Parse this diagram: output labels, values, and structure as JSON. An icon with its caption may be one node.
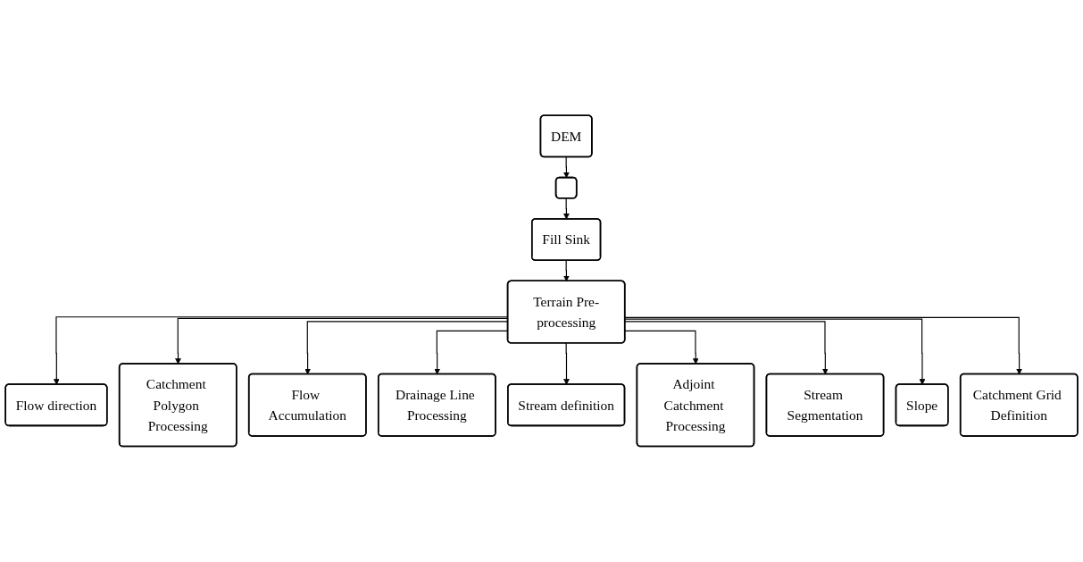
{
  "diagram": {
    "nodes": [
      {
        "text": [
          "DEM"
        ]
      },
      {
        "text": [],
        "shape": "box"
      },
      {
        "text": [
          "Fill Sink"
        ]
      },
      {
        "text": [
          "Terrain Pre-processing"
        ]
      },
      {
        "text": [
          "Flow direction"
        ]
      },
      {
        "text": [
          "Catchment Polygon Processing"
        ]
      },
      {
        "text": [
          "Flow Accumulation"
        ]
      },
      {
        "text": [
          "Drainage Line Processing"
        ]
      },
      {
        "text": [
          "Stream definition"
        ]
      },
      {
        "text": [
          "Adjoint Catchment Processing"
        ]
      },
      {
        "text": [
          "Stream Segmentation"
        ]
      },
      {
        "text": [
          "Slope"
        ]
      },
      {
        "text": [
          "Catchment Grid Definition"
        ]
      }
    ],
    "edges": [
      {
        "from": 0,
        "to": 1,
        "arrow": "to"
      },
      {
        "from": 1,
        "to": 2,
        "arrow": "to"
      },
      {
        "from": 2,
        "to": 3,
        "arrow": "to"
      },
      {
        "from": 3,
        "to": 4,
        "arrow": "to"
      },
      {
        "from": 3,
        "to": 5,
        "arrow": "to"
      },
      {
        "from": 3,
        "to": 6,
        "arrow": "to"
      },
      {
        "from": 3,
        "to": 7,
        "arrow": "to"
      },
      {
        "from": 3,
        "to": 8,
        "arrow": "to"
      },
      {
        "from": 3,
        "to": 9,
        "arrow": "to"
      },
      {
        "from": 3,
        "to": 10,
        "arrow": "to"
      },
      {
        "from": 3,
        "to": 11,
        "arrow": "to"
      },
      {
        "from": 3,
        "to": 12,
        "arrow": "to"
      }
    ]
  }
}
